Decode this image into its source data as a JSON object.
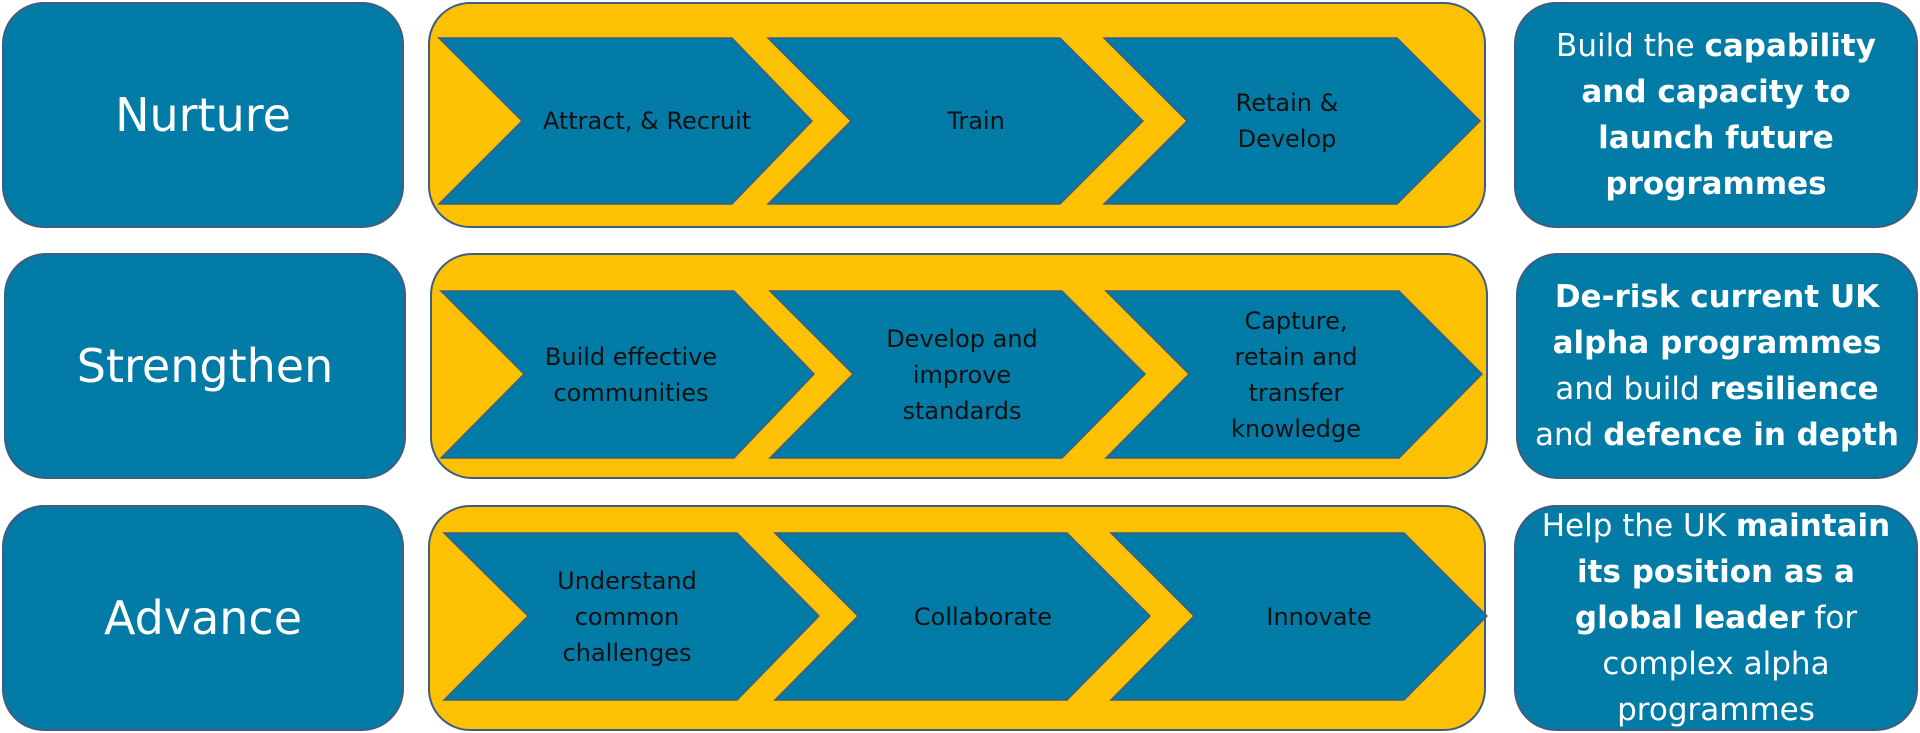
{
  "colors": {
    "teal": "#027ba6",
    "gold": "#fdc104",
    "border": "#3f5d7e",
    "text_dark": "#111111",
    "text_light": "#ffffff"
  },
  "rows": [
    {
      "label": "Nurture",
      "steps": [
        "Attract, & Recruit",
        "Train",
        "Retain & Develop"
      ],
      "outcome": [
        {
          "t": "Build the ",
          "b": false
        },
        {
          "t": "capability and capacity to launch future programmes",
          "b": true
        }
      ]
    },
    {
      "label": "Strengthen",
      "steps": [
        "Build effective communities",
        "Develop and improve standards",
        "Capture, retain and transfer knowledge"
      ],
      "outcome": [
        {
          "t": "De-risk current UK alpha programmes",
          "b": true
        },
        {
          "t": " and build ",
          "b": false
        },
        {
          "t": "resilience",
          "b": true
        },
        {
          "t": " and ",
          "b": false
        },
        {
          "t": "defence in depth",
          "b": true
        }
      ]
    },
    {
      "label": "Advance",
      "steps": [
        "Understand common challenges",
        "Collaborate",
        "Innovate"
      ],
      "outcome": [
        {
          "t": "Help the UK ",
          "b": false
        },
        {
          "t": "maintain its position as a global leader",
          "b": true
        },
        {
          "t": " for complex alpha programmes",
          "b": false
        }
      ]
    }
  ]
}
